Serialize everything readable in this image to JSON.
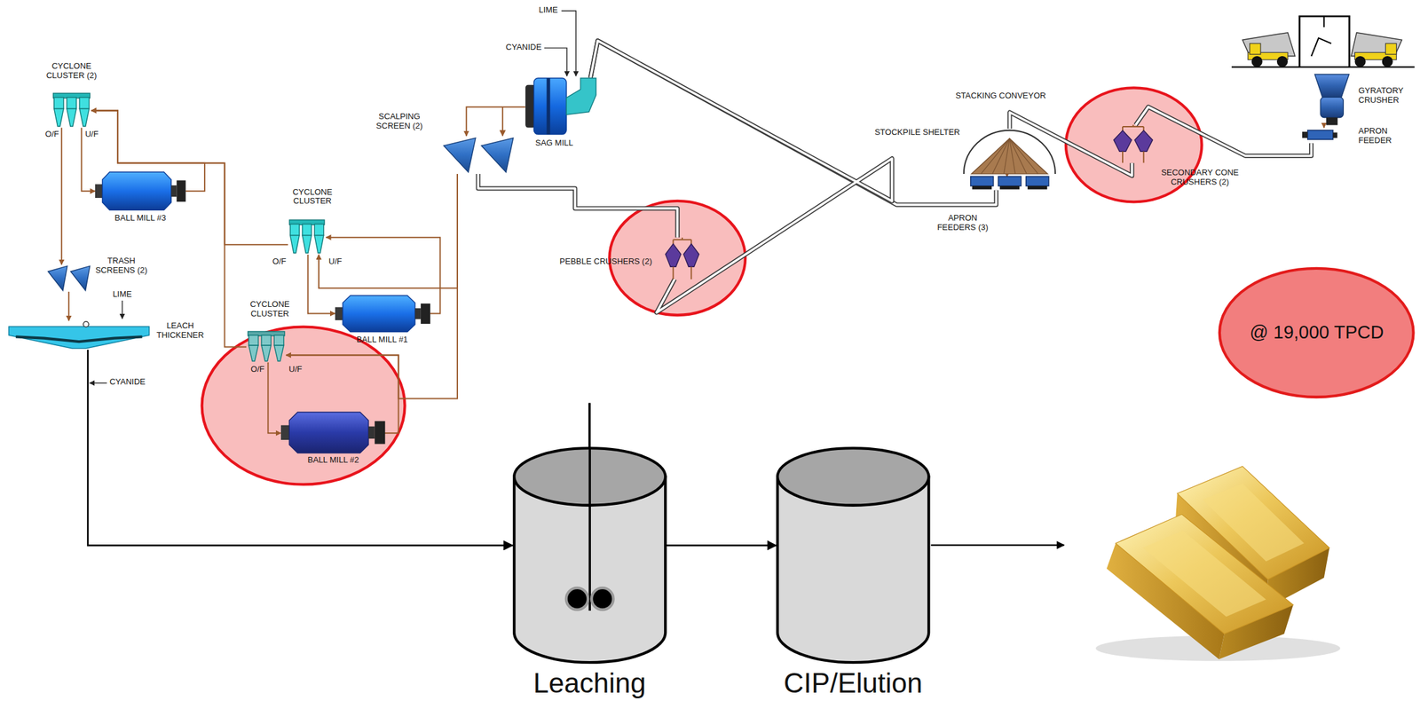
{
  "diagram": {
    "nodes": [
      {
        "text": [
          "SAG MILL"
        ]
      },
      {
        "text": [
          "SCALPING SCREEN (2)"
        ]
      },
      {
        "text": [
          "CYCLONE CLUSTER (2)"
        ]
      },
      {
        "text": [
          "BALL MILL #3"
        ]
      },
      {
        "text": [
          "TRASH SCREENS (2)"
        ]
      },
      {
        "text": [
          "LEACH THICKENER"
        ]
      },
      {
        "text": [
          "CYCLONE CLUSTER"
        ]
      },
      {
        "text": [
          "BALL MILL #1"
        ]
      },
      {
        "text": [
          "CYCLONE CLUSTER"
        ]
      },
      {
        "text": [
          "BALL MILL #2"
        ]
      },
      {
        "text": [
          "PEBBLE CRUSHERS (2)"
        ]
      },
      {
        "text": [
          "STOCKPILE SHELTER"
        ]
      },
      {
        "text": [
          "APRON FEEDERS (3)"
        ]
      },
      {
        "text": [
          "SECONDARY CONE CRUSHERS (2)"
        ]
      },
      {
        "text": [
          "GYRATORY CRUSHER"
        ]
      },
      {
        "text": [
          "APRON FEEDER"
        ]
      },
      {
        "text": [
          "@ 19,000 TPCD"
        ]
      },
      {
        "text": [
          "Leaching"
        ]
      },
      {
        "text": [
          "CIP/Elution"
        ]
      }
    ],
    "edges": [
      {
        "from": 14,
        "to": 15,
        "arrow": "to"
      },
      {
        "from": 15,
        "to": 13,
        "arrow": "none"
      },
      {
        "from": 13,
        "to": 11,
        "arrow": "none"
      },
      {
        "from": 11,
        "to": 12,
        "arrow": "to"
      },
      {
        "from": 12,
        "to": 0,
        "arrow": "none"
      },
      {
        "from": 0,
        "to": 1,
        "arrow": "to"
      },
      {
        "from": 1,
        "to": 10,
        "arrow": "none"
      },
      {
        "from": 10,
        "to": 0,
        "arrow": "none"
      },
      {
        "from": 1,
        "to": 6,
        "arrow": "to"
      },
      {
        "from": 6,
        "to": 7,
        "arrow": "to"
      },
      {
        "from": 7,
        "to": 6,
        "arrow": "to"
      },
      {
        "from": 6,
        "to": 2,
        "arrow": "to"
      },
      {
        "from": 2,
        "to": 3,
        "arrow": "to"
      },
      {
        "from": 3,
        "to": 2,
        "arrow": "to"
      },
      {
        "from": 2,
        "to": 4,
        "arrow": "to"
      },
      {
        "from": 4,
        "to": 5,
        "arrow": "to"
      },
      {
        "from": 1,
        "to": 8,
        "arrow": "to"
      },
      {
        "from": 8,
        "to": 9,
        "arrow": "to"
      },
      {
        "from": 9,
        "to": 8,
        "arrow": "to"
      },
      {
        "from": 8,
        "to": 2,
        "arrow": "to"
      },
      {
        "from": 5,
        "to": 17,
        "arrow": "to"
      },
      {
        "from": 17,
        "to": 18,
        "arrow": "to"
      }
    ],
    "labels": [
      "LIME",
      "CYANIDE",
      "O/F",
      "U/F",
      "LIME",
      "CYANIDE",
      "O/F",
      "U/F",
      "O/F",
      "U/F",
      "STACKING CONVEYOR"
    ]
  }
}
